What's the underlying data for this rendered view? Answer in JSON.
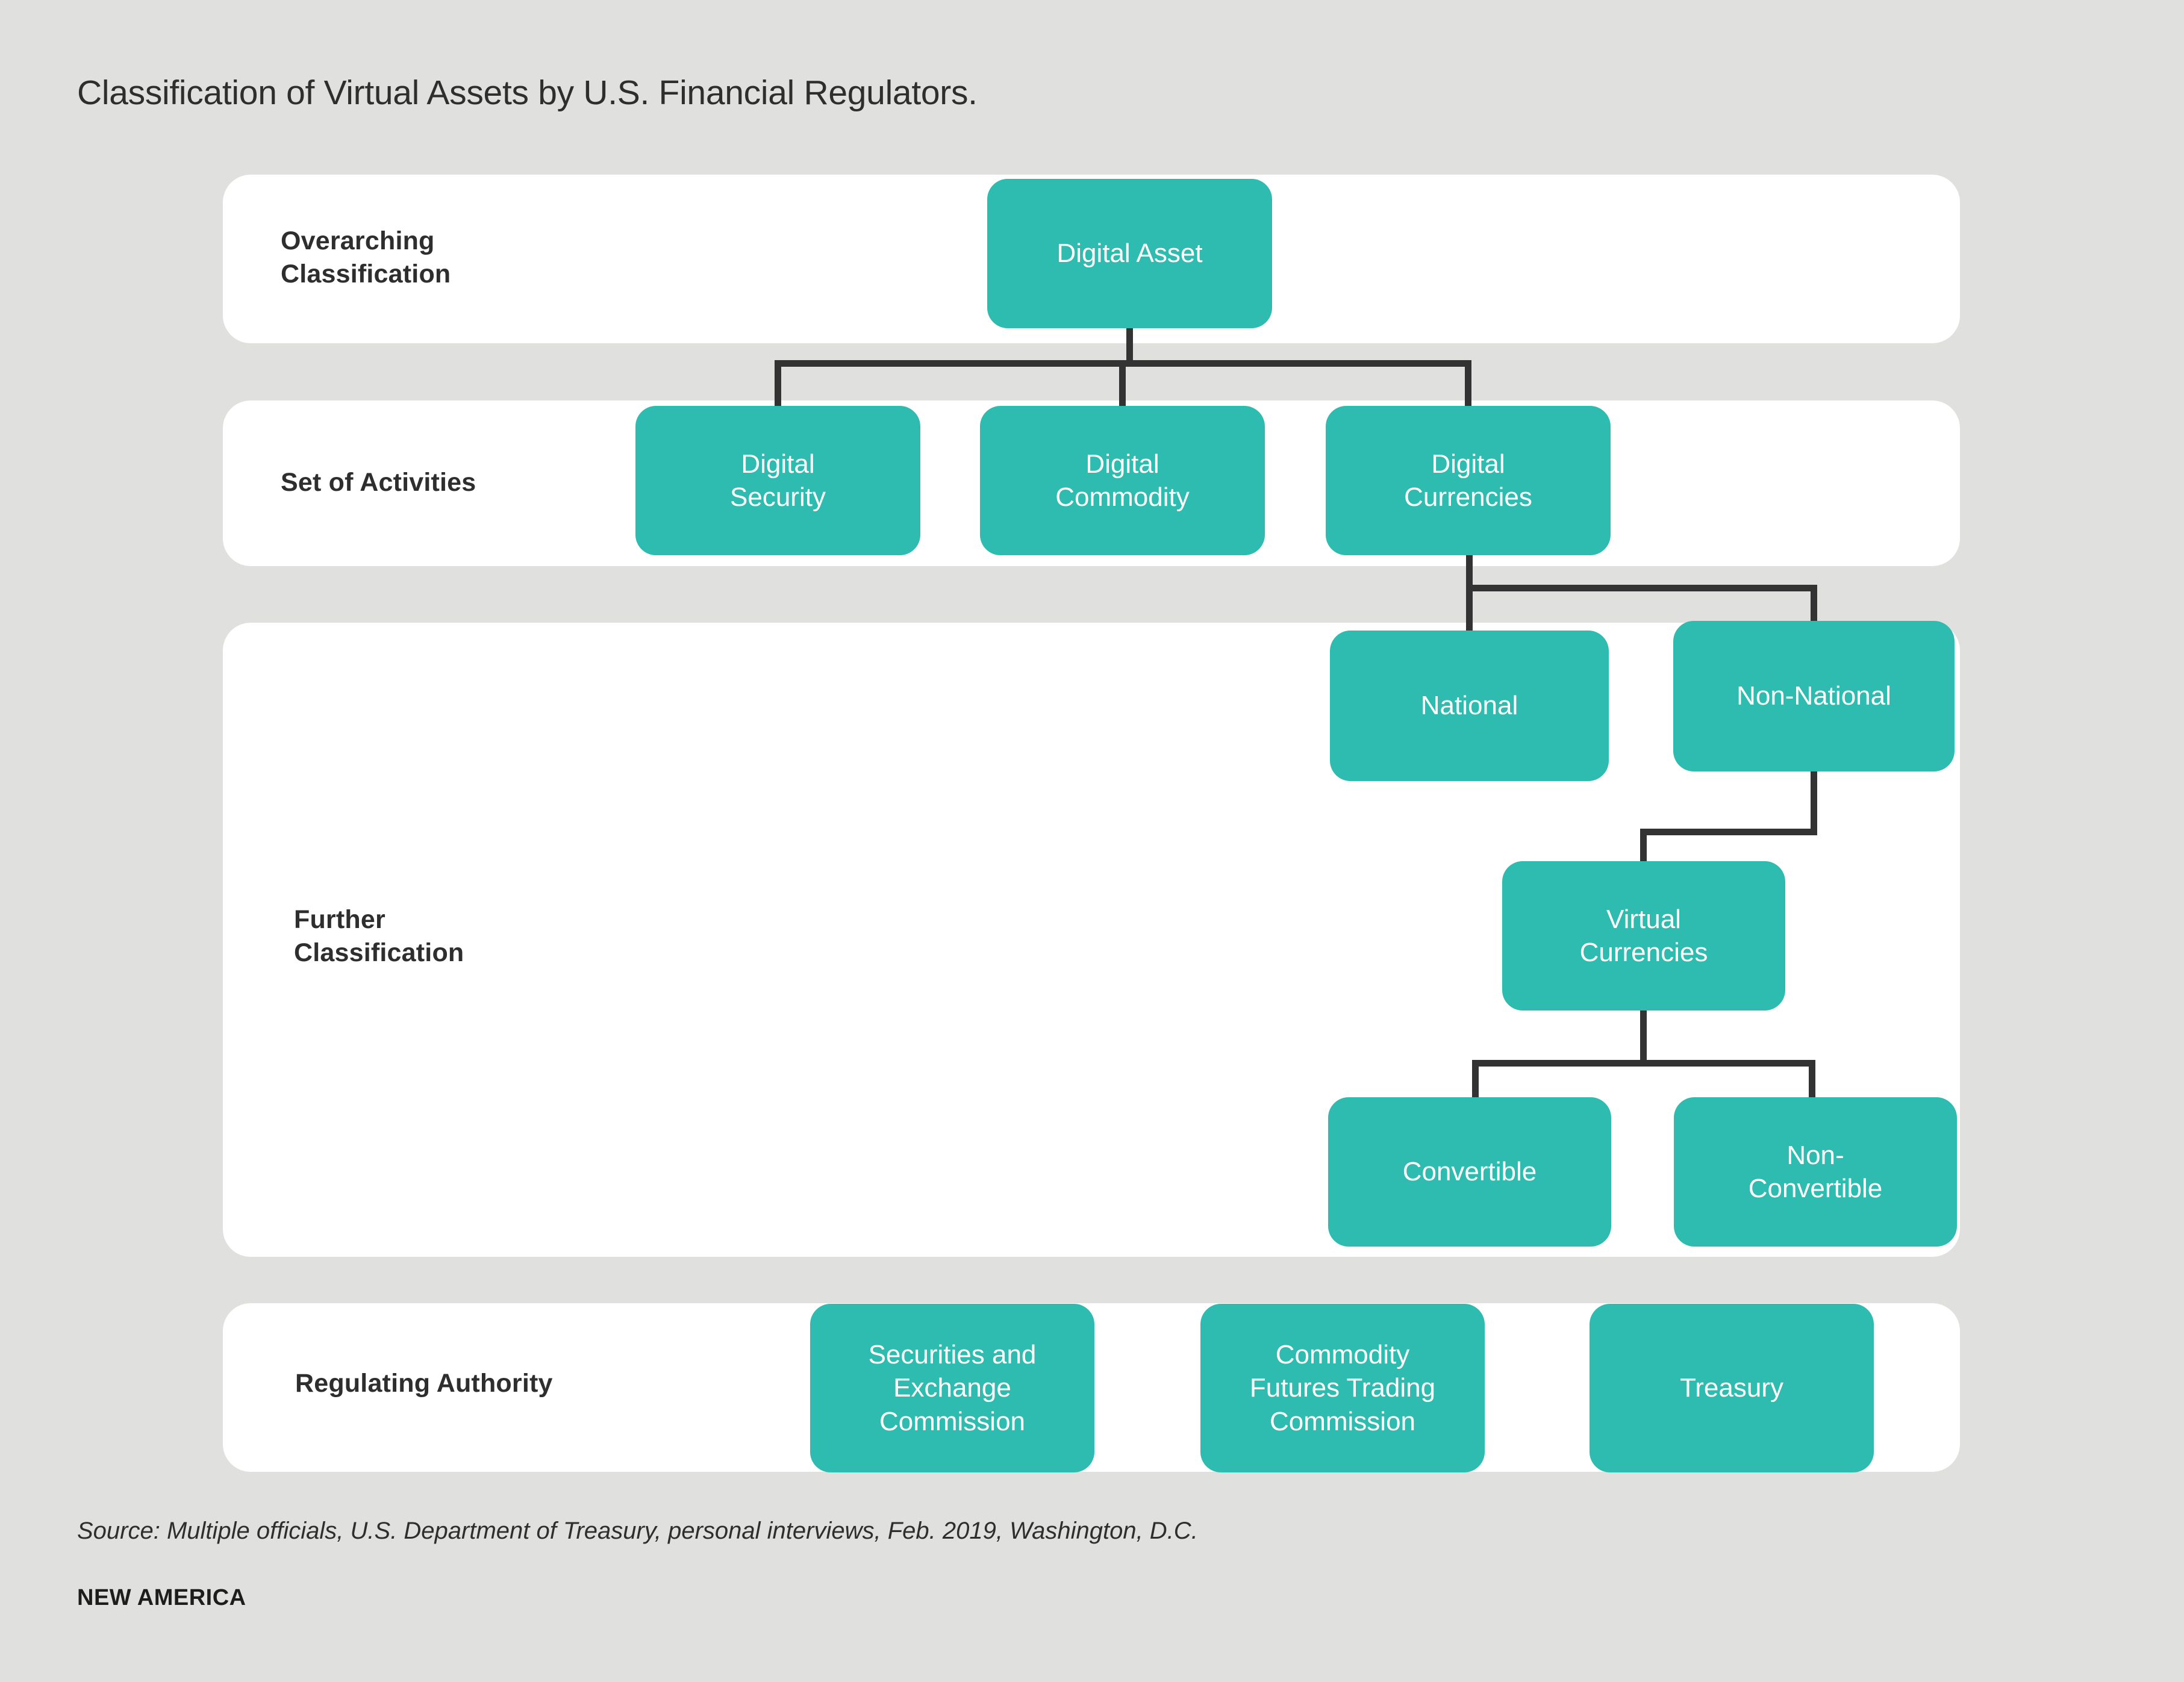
{
  "title": "Classification of Virtual Assets by U.S. Financial Regulators.",
  "colors": {
    "page_background": "#e0e0de",
    "band_background": "#ffffff",
    "node_fill": "#2fbcb0",
    "node_text": "#ffffff",
    "connector": "#333333",
    "heading_text": "#2e2e2e"
  },
  "rows": [
    {
      "id": "overarching",
      "label": "Overarching\nClassification"
    },
    {
      "id": "activities",
      "label": "Set of Activities"
    },
    {
      "id": "further",
      "label": "Further\nClassification"
    },
    {
      "id": "authority",
      "label": "Regulating Authority"
    }
  ],
  "nodes": {
    "digital_asset": "Digital Asset",
    "digital_security": "Digital\nSecurity",
    "digital_commodity": "Digital\nCommodity",
    "digital_currencies": "Digital\nCurrencies",
    "national": "National",
    "non_national": "Non-National",
    "virtual_currencies": "Virtual\nCurrencies",
    "convertible": "Convertible",
    "non_convertible": "Non-\nConvertible",
    "sec": "Securities and\nExchange\nCommission",
    "cftc": "Commodity\nFutures Trading\nCommission",
    "treasury": "Treasury"
  },
  "hierarchy": {
    "root": "Digital Asset",
    "edges": [
      {
        "from": "Digital Asset",
        "to": "Digital Security"
      },
      {
        "from": "Digital Asset",
        "to": "Digital Commodity"
      },
      {
        "from": "Digital Asset",
        "to": "Digital Currencies"
      },
      {
        "from": "Digital Currencies",
        "to": "National"
      },
      {
        "from": "Digital Currencies",
        "to": "Non-National"
      },
      {
        "from": "Non-National",
        "to": "Virtual Currencies"
      },
      {
        "from": "Virtual Currencies",
        "to": "Convertible"
      },
      {
        "from": "Virtual Currencies",
        "to": "Non-Convertible"
      }
    ]
  },
  "footer": {
    "source": "Source: Multiple officials, U.S. Department of Treasury, personal interviews, Feb. 2019, Washington, D.C.",
    "brand": "NEW AMERICA"
  }
}
